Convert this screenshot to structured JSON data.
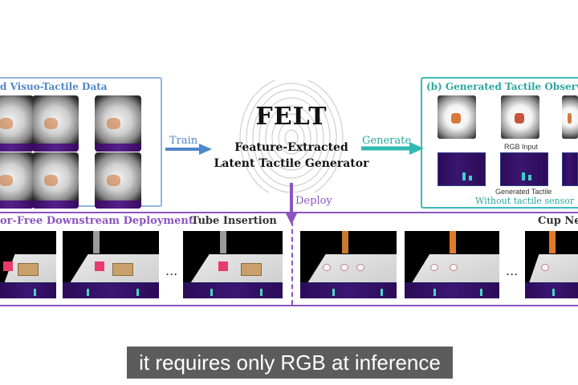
{
  "panel_a": {
    "title": "d Visuo-Tactile Data"
  },
  "center": {
    "title": "FELT",
    "subtitle_line1": "Feature-Extracted",
    "subtitle_line2": "Latent Tactile Generator"
  },
  "arrows": {
    "train": "Train",
    "generate": "Generate",
    "deploy": "Deploy"
  },
  "panel_b": {
    "title": "(b) Generated Tactile Observa",
    "rgb_input_label": "RGB Input",
    "generated_tactile_label": "Generated Tactile",
    "without_sensor_label": "Without tactile sensor"
  },
  "bottom": {
    "section_title": "or-Free Downstream Deployment",
    "task1_title": "Tube Insertion",
    "task2_title": "Cup Ne",
    "ellipsis": "..."
  },
  "caption": {
    "text": "it requires only RGB at inference"
  },
  "colors": {
    "blue": "#4f86c9",
    "teal": "#2aa79f",
    "purple": "#8a55c0"
  }
}
